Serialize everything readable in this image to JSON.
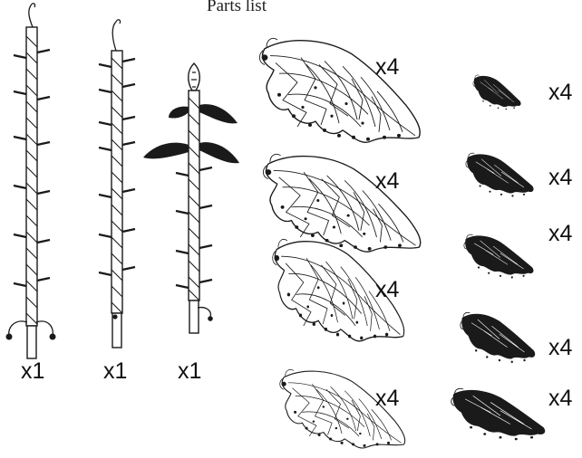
{
  "title": "Parts list",
  "quantities": {
    "pole_base": "x1",
    "pole_middle": "x1",
    "pole_top": "x1",
    "large_branch_1": "x4",
    "large_branch_2": "x4",
    "large_branch_3": "x4",
    "large_branch_4": "x4",
    "small_branch_1": "x4",
    "small_branch_2": "x4",
    "small_branch_3": "x4",
    "small_branch_4": "x4",
    "small_branch_5": "x4"
  }
}
